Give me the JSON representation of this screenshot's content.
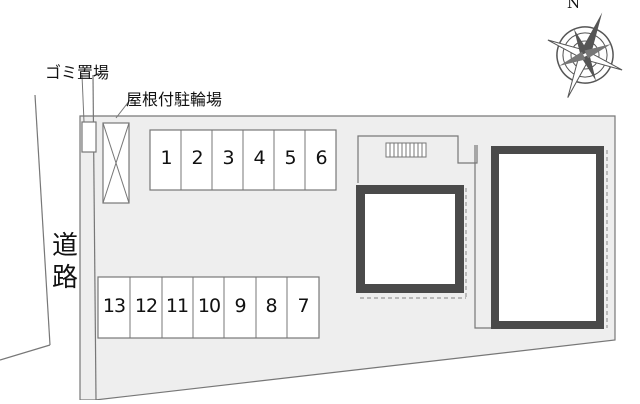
{
  "map": {
    "garbage_label": "ゴミ置場",
    "bike_parking_label": "屋根付駐輪場",
    "road_label_1": "道",
    "road_label_2": "路",
    "compass_north": "N",
    "parking_top": [
      "1",
      "2",
      "3",
      "4",
      "5",
      "6"
    ],
    "parking_bottom": [
      "13",
      "12",
      "11",
      "10",
      "9",
      "8",
      "7"
    ],
    "colors": {
      "lot": "#eeeeee",
      "outline": "#777777",
      "building_wall": "#4a4a4a",
      "building_inner": "#ffffff",
      "compass": "#555555"
    }
  }
}
